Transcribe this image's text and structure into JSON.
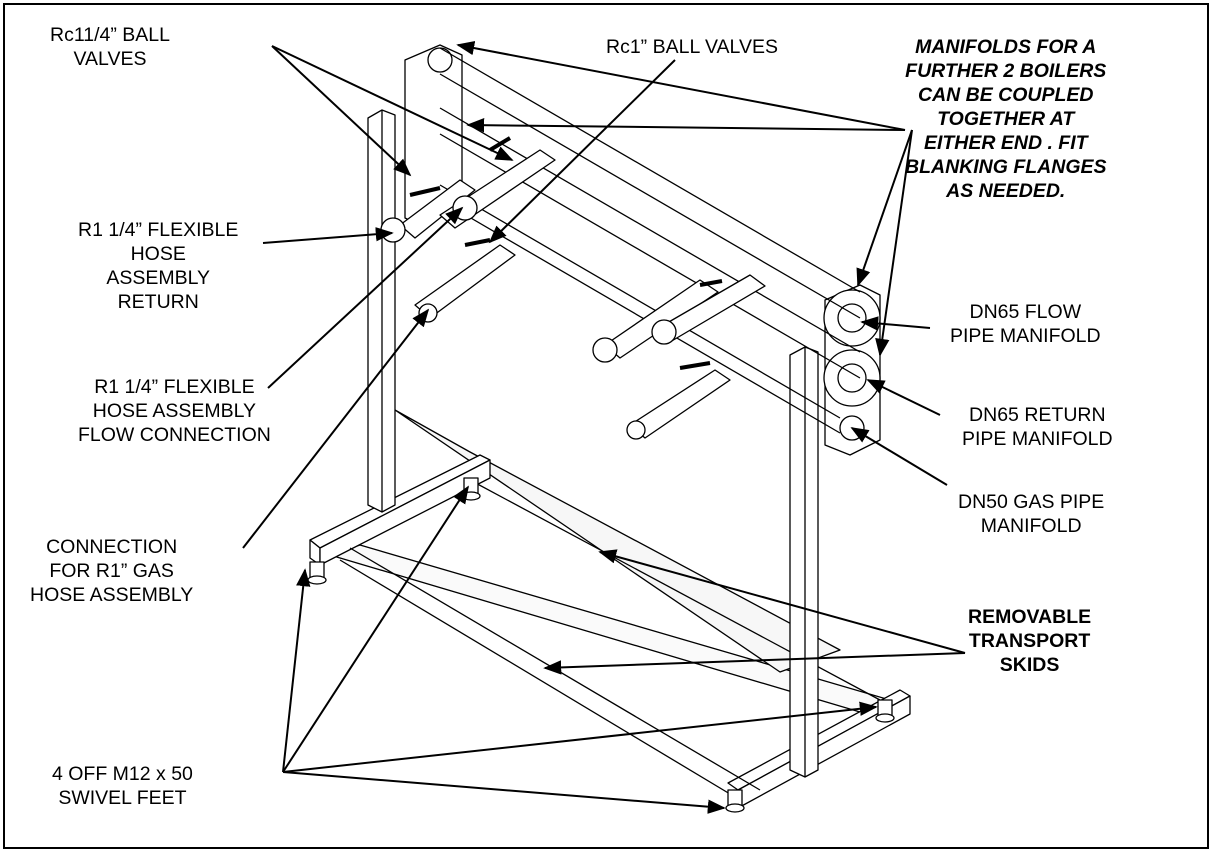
{
  "labels": {
    "rc114_ball_valves": "Rc11/4” BALL\nVALVES",
    "rc1_ball_valves": "Rc1” BALL VALVES",
    "manifolds_note": "MANIFOLDS FOR A\nFURTHER 2 BOILERS\nCAN BE COUPLED\nTOGETHER AT\nEITHER END . FIT\nBLANKING FLANGES\nAS NEEDED.",
    "hose_return": "R1 1/4” FLEXIBLE\nHOSE\nASSEMBLY\nRETURN",
    "dn65_flow": "DN65 FLOW\nPIPE MANIFOLD",
    "hose_flow": "R1 1/4” FLEXIBLE\nHOSE ASSEMBLY\nFLOW CONNECTION",
    "dn65_return": "DN65 RETURN\nPIPE MANIFOLD",
    "dn50_gas": "DN50 GAS PIPE\nMANIFOLD",
    "gas_hose": "CONNECTION\nFOR R1” GAS\nHOSE ASSEMBLY",
    "transport_skids": "REMOVABLE\nTRANSPORT\nSKIDS",
    "swivel_feet": "4 OFF M12 x 50\nSWIVEL FEET"
  }
}
